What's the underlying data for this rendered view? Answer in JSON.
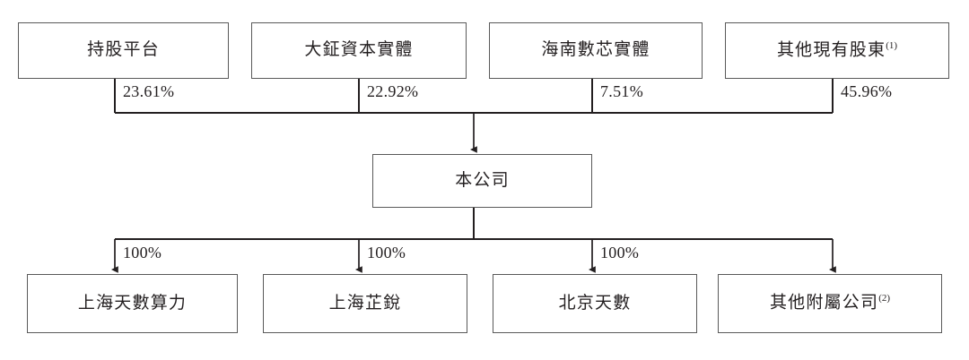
{
  "diagram": {
    "type": "organization-shareholding-chart",
    "title": "",
    "colors": {
      "box_border": "#595959",
      "connector": "#231f20",
      "background": "#ffffff",
      "text": "#231f20"
    },
    "shareholders": [
      {
        "id": "holding-platform",
        "label": "持股平台",
        "percent": "23.61%",
        "footnote": ""
      },
      {
        "id": "dazheng-capital",
        "label": "大鉦資本實體",
        "percent": "22.92%",
        "footnote": ""
      },
      {
        "id": "hainan-shuxin",
        "label": "海南數芯實體",
        "percent": "7.51%",
        "footnote": ""
      },
      {
        "id": "other-shareholders",
        "label": "其他現有股東",
        "percent": "45.96%",
        "footnote": "(1)"
      }
    ],
    "company": {
      "id": "the-company",
      "label": "本公司"
    },
    "subsidiaries": [
      {
        "id": "shanghai-tianshu-suanli",
        "label": "上海天數算力",
        "percent": "100%",
        "footnote": ""
      },
      {
        "id": "shanghai-zhirui",
        "label": "上海芷銳",
        "percent": "100%",
        "footnote": ""
      },
      {
        "id": "beijing-tianshu",
        "label": "北京天數",
        "percent": "100%",
        "footnote": ""
      },
      {
        "id": "other-subsidiaries",
        "label": "其他附屬公司",
        "percent": "",
        "footnote": "(2)"
      }
    ]
  }
}
